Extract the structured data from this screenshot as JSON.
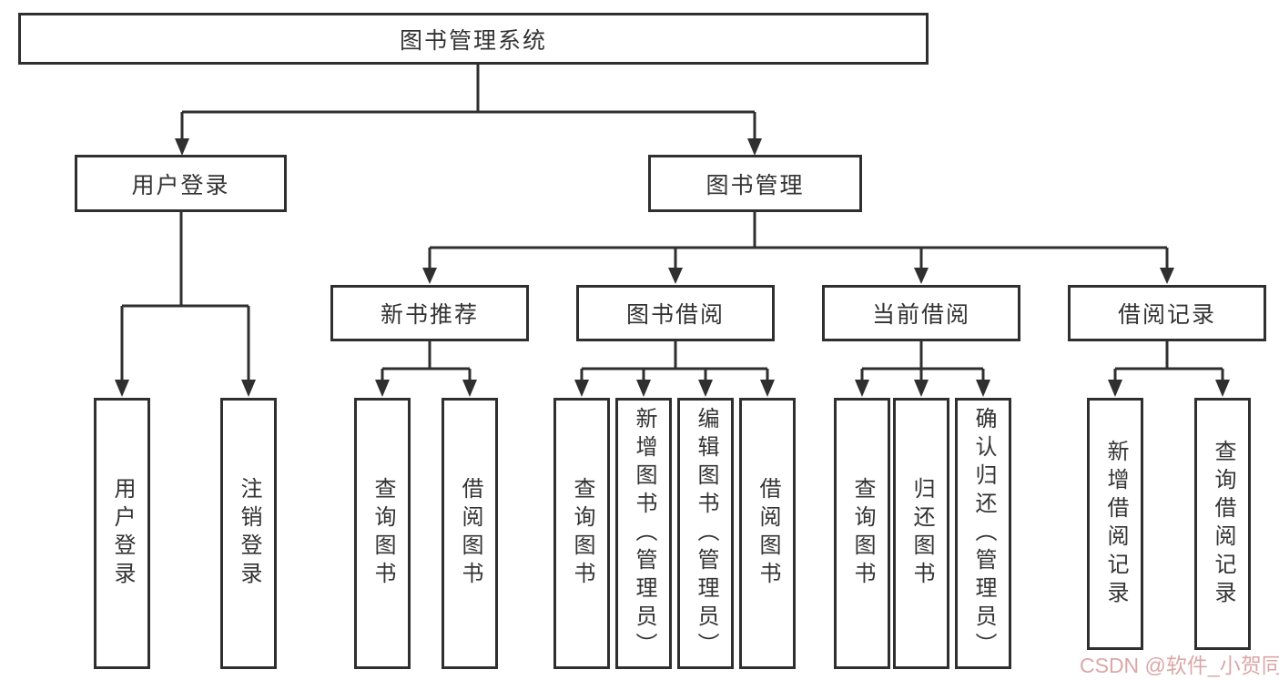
{
  "diagram": {
    "root": {
      "label": "图书管理系统"
    },
    "level2": [
      {
        "label": "用户登录"
      },
      {
        "label": "图书管理"
      }
    ],
    "level3": [
      {
        "label": "新书推荐"
      },
      {
        "label": "图书借阅"
      },
      {
        "label": "当前借阅"
      },
      {
        "label": "借阅记录"
      }
    ],
    "leaves": {
      "user_login": [
        "用户登录",
        "注销登录"
      ],
      "new_book_recommend": [
        "查询图书",
        "借阅图书"
      ],
      "book_borrow": [
        "查询图书",
        "新增图书（管理员）",
        "编辑图书（管理员）",
        "借阅图书"
      ],
      "current_borrow": [
        "查询图书",
        "归还图书",
        "确认归还（管理员）"
      ],
      "borrow_record": [
        "新增借阅记录",
        "查询借阅记录"
      ]
    },
    "colors": {
      "line": "#2f2f2f",
      "box_border": "#2f2f2f",
      "text": "#333333",
      "background": "#ffffff"
    }
  },
  "watermark": {
    "text": "CSDN @软件_小贺同学",
    "color": "#d89e9e"
  }
}
